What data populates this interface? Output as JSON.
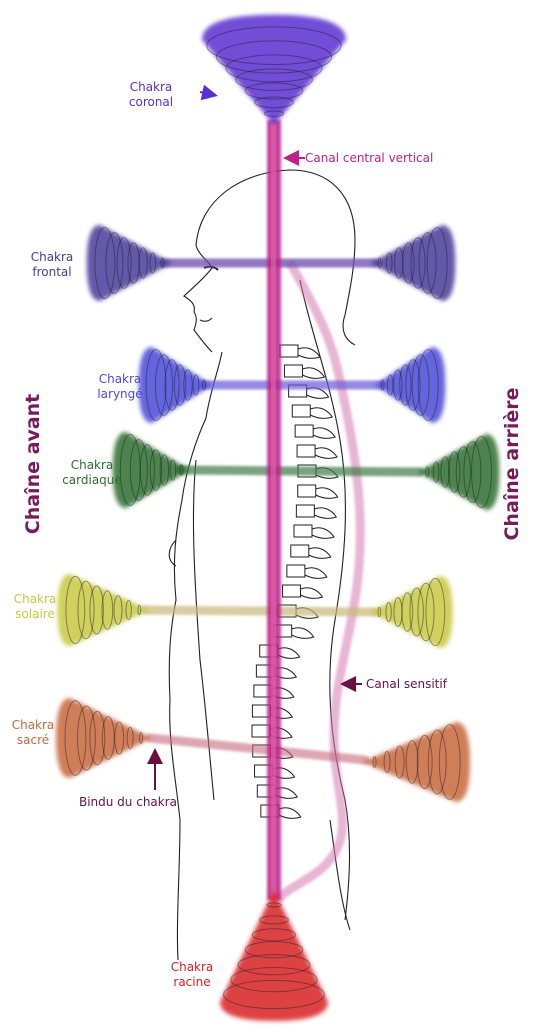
{
  "colors": {
    "coronal": "#5a2fd0",
    "frontal": "#4a3a9a",
    "larynge": "#4a4ad8",
    "cardiaque": "#2e6e2e",
    "solaire": "#c8c840",
    "sacre": "#c8683a",
    "racine": "#d82020",
    "central_channel": "#c0208a",
    "sensitive_channel": "#d67ab0",
    "side_titles": "#7a1a5a",
    "pointer_label": "#6a1040"
  },
  "labels": {
    "coronal": [
      "Chakra",
      "coronal"
    ],
    "frontal": [
      "Chakra",
      "frontal"
    ],
    "larynge": [
      "Chakra",
      "laryngé"
    ],
    "cardiaque": [
      "Chakra",
      "cardiaque"
    ],
    "solaire": [
      "Chakra",
      "solaire"
    ],
    "sacre": [
      "Chakra",
      "sacré"
    ],
    "racine": [
      "Chakra",
      "racine"
    ],
    "canal_central": "Canal central vertical",
    "canal_sensitif": "Canal sensitif",
    "bindu": "Bindu du chakra"
  },
  "side_titles": {
    "left": "Chaîne avant",
    "right": "Chaîne arrière"
  },
  "icons": {
    "arrow": "arrow-icon",
    "figure": "human-silhouette-icon",
    "spine": "spine-icon"
  }
}
